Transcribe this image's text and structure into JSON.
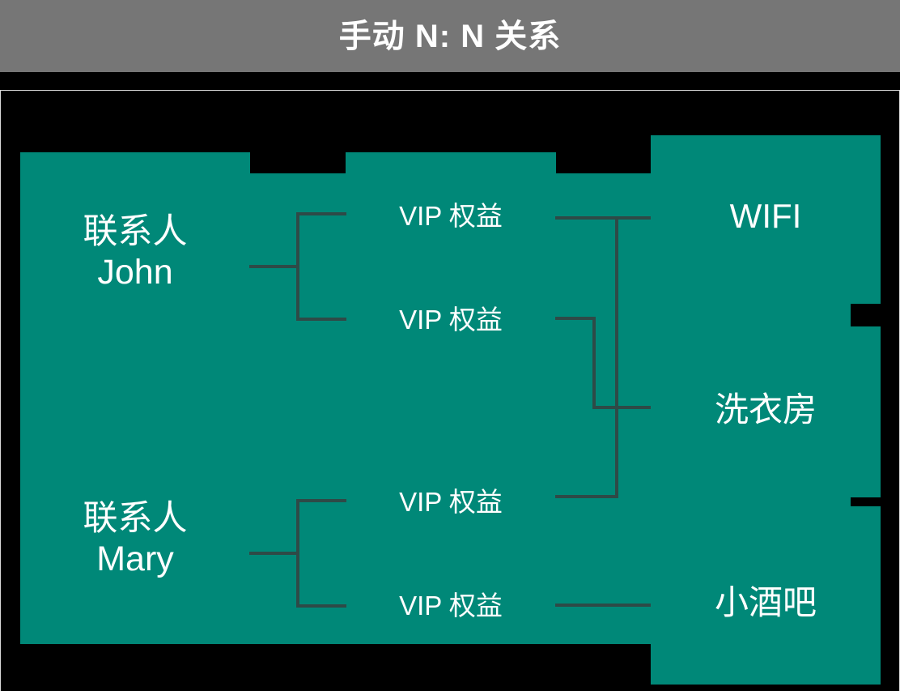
{
  "header": {
    "title": "手动 N: N 关系"
  },
  "colors": {
    "header_bg": "#767676",
    "header_text": "#ffffff",
    "canvas_bg": "#000000",
    "block_fill": "#008878",
    "block_text": "#ffffff",
    "connector": "#2e4a47",
    "frame_border": "#d9d9d9"
  },
  "diagram": {
    "type": "n-to-n-relationship",
    "entities": {
      "contacts": [
        {
          "id": "john",
          "label": "联系人\nJohn"
        },
        {
          "id": "mary",
          "label": "联系人\nMary"
        }
      ],
      "links": [
        {
          "id": "vip1",
          "label": "VIP 权益"
        },
        {
          "id": "vip2",
          "label": "VIP 权益"
        },
        {
          "id": "vip3",
          "label": "VIP 权益"
        },
        {
          "id": "vip4",
          "label": "VIP 权益"
        }
      ],
      "resources": [
        {
          "id": "wifi",
          "label": "WIFI"
        },
        {
          "id": "laundry",
          "label": "洗衣房"
        },
        {
          "id": "bar",
          "label": "小酒吧"
        }
      ]
    },
    "relations": [
      {
        "from": "john",
        "via": "vip1",
        "to": "wifi"
      },
      {
        "from": "john",
        "via": "vip2",
        "to": "laundry"
      },
      {
        "from": "mary",
        "via": "vip3",
        "to": "wifi"
      },
      {
        "from": "mary",
        "via": "vip4",
        "to": "bar"
      }
    ]
  }
}
